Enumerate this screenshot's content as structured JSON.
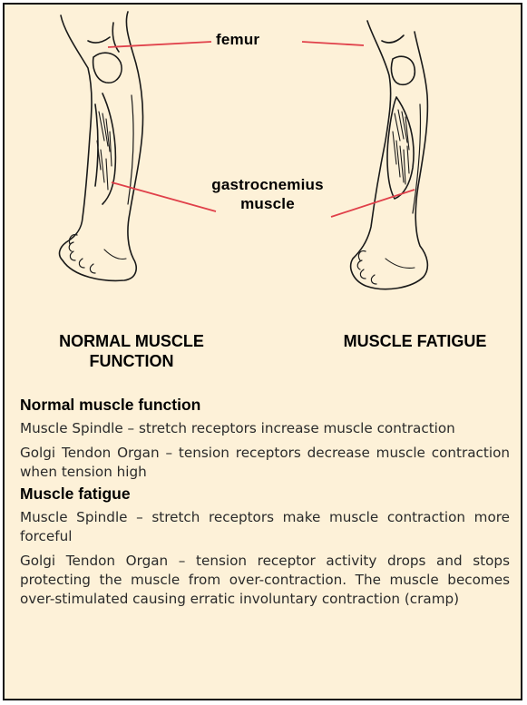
{
  "labels": {
    "femur": "femur",
    "gastrocnemius_line1": "gastrocnemius",
    "gastrocnemius_line2": "muscle"
  },
  "captions": {
    "normal_line1": "NORMAL MUSCLE",
    "normal_line2": "FUNCTION",
    "fatigue": "MUSCLE FATIGUE"
  },
  "sections": [
    {
      "title": "Normal muscle function",
      "paragraphs": [
        "Muscle Spindle – stretch receptors increase muscle contraction",
        "Golgi Tendon Organ – tension receptors decrease muscle contraction when tension high"
      ]
    },
    {
      "title": "Muscle fatigue",
      "paragraphs": [
        "Muscle Spindle – stretch receptors make muscle contraction more forceful",
        "Golgi Tendon Organ – tension receptor activity drops and stops protecting the muscle from over-contraction. The muscle becomes over-stimulated causing erratic involuntary contraction (cramp)"
      ]
    }
  ],
  "colors": {
    "background": "#fdf1d8",
    "border": "#111111",
    "pointer_line": "#e0404a",
    "ink": "#1a1a1a"
  }
}
